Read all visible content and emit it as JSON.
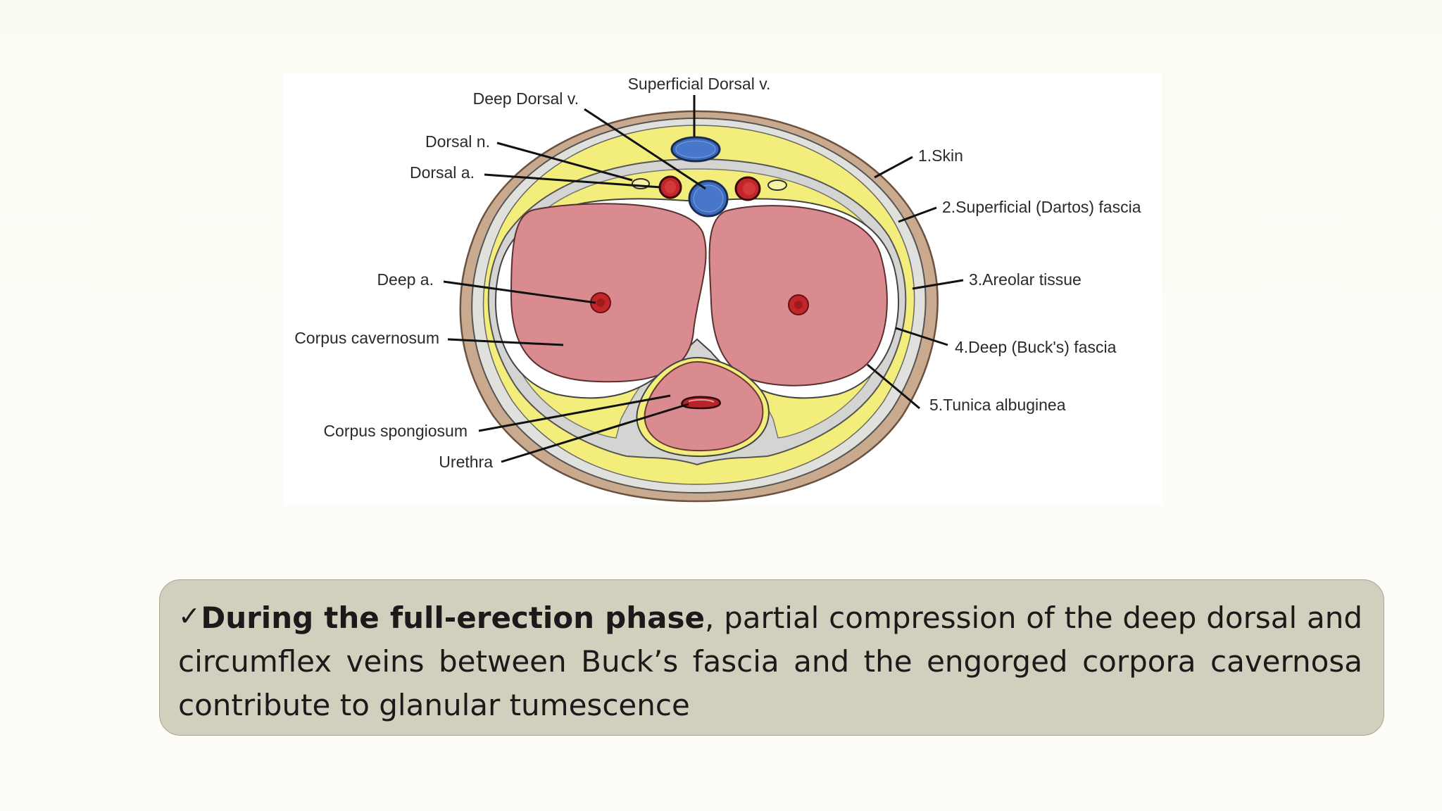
{
  "figure": {
    "labels": {
      "superficial_dorsal_v": "Superficial Dorsal v.",
      "deep_dorsal_v": "Deep Dorsal v.",
      "dorsal_n": "Dorsal n.",
      "dorsal_a": "Dorsal a.",
      "deep_a": "Deep a.",
      "corpus_cavernosum": "Corpus cavernosum",
      "corpus_spongiosum": "Corpus spongiosum",
      "urethra": "Urethra",
      "skin": "1.Skin",
      "superficial_fascia": "2.Superficial (Dartos) fascia",
      "areolar_tissue": "3.Areolar tissue",
      "deep_fascia": "4.Deep (Buck's) fascia",
      "tunica_albuginea": "5.Tunica albuginea"
    },
    "colors": {
      "skin": "#c8a88e",
      "dartos": "#f2ec7a",
      "areolar": "#d6d6d4",
      "cavernosum": "#d98b8f",
      "vein": "#3c6cc0",
      "artery": "#c2262a",
      "nerve": "#f7f3a6"
    }
  },
  "caption": {
    "check_mark": "✓",
    "bold_text": "During the full-erection phase",
    "rest_text": ", partial compression of the deep dorsal and circumflex veins between Buck’s fascia and the engorged corpora cavernosa contribute to glanular tumescence"
  }
}
